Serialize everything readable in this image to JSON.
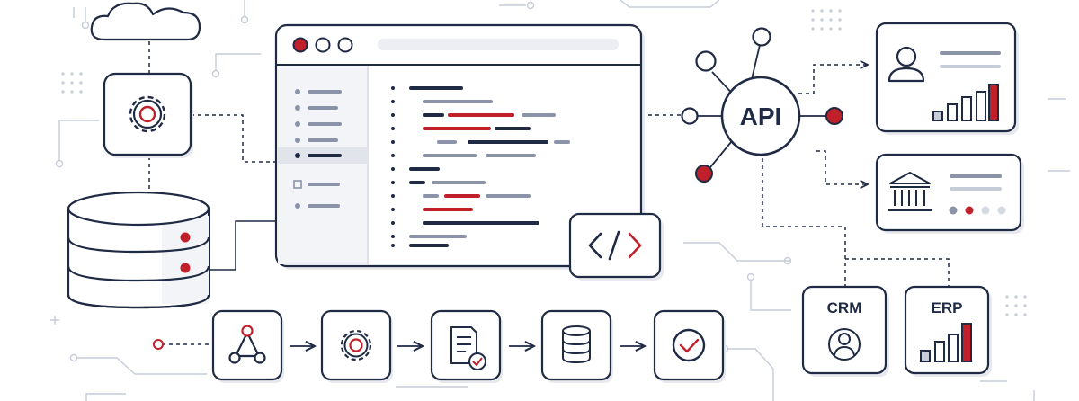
{
  "labels": {
    "api": "API",
    "crm": "CRM",
    "erp": "ERP"
  },
  "colors": {
    "navy": "#1f2a44",
    "red": "#c0202a",
    "gray": "#8a93a8",
    "light_gray": "#c6ccd8",
    "panel": "#f3f4f7",
    "shadow": "#e7e9ef"
  },
  "icons": {
    "cloud": "cloud-icon",
    "gear": "gear-icon",
    "database": "database-icon",
    "code": "code-icon",
    "api_hub": "api-hub",
    "user": "user-icon",
    "bank": "bank-icon",
    "bar_chart": "bar-chart-icon",
    "webhook": "webhook-icon",
    "document": "document-check-icon",
    "check": "check-circle-icon"
  },
  "pipeline_steps": [
    "webhook-icon",
    "gear-icon",
    "document-check-icon",
    "database-icon",
    "check-circle-icon"
  ]
}
